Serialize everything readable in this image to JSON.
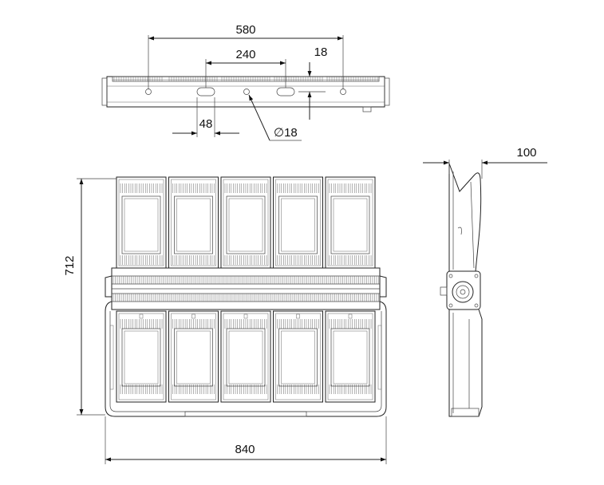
{
  "dimensions": {
    "top_width": "580",
    "top_spacing": "240",
    "top_thickness": "18",
    "slot_width": "48",
    "hole_diameter": "∅18",
    "overall_height": "712",
    "overall_width": "840",
    "side_depth": "100"
  },
  "module_grid": {
    "columns": 5,
    "rows": 2
  }
}
